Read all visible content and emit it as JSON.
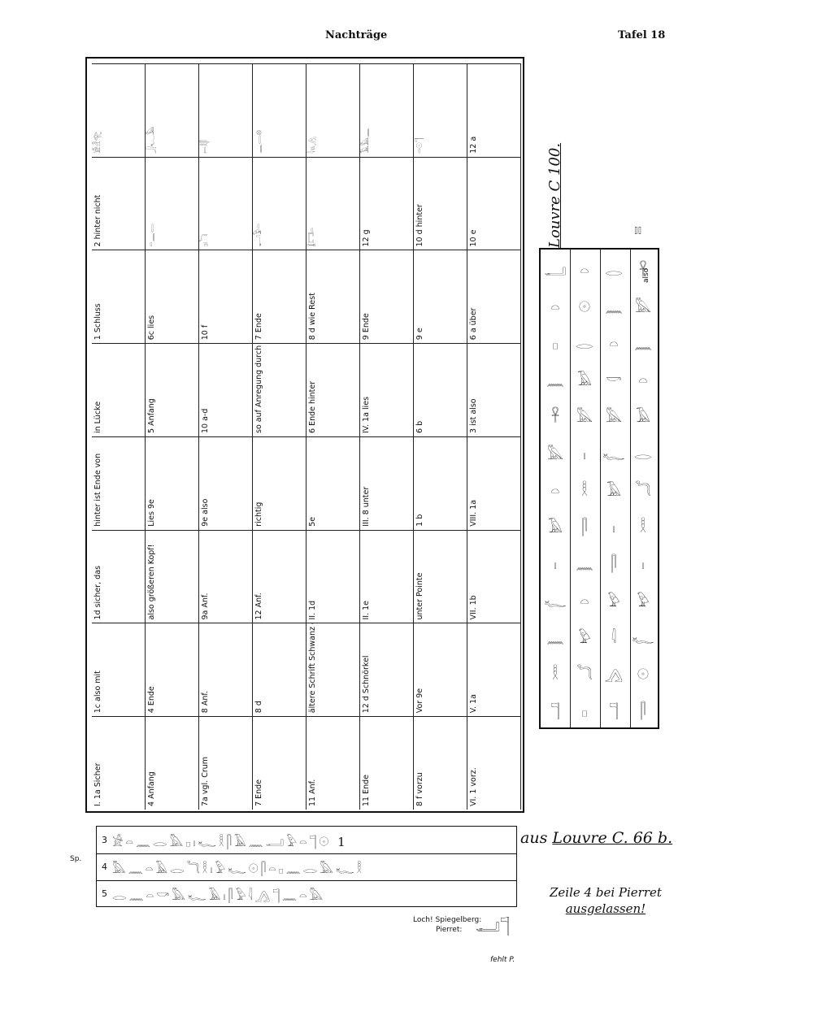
{
  "header": {
    "title": "Nachträge",
    "plate": "Tafel 18"
  },
  "sheet": {
    "cells": [
      [
        "I. 1a Sicher",
        "1c also mit",
        "1d sicher, das",
        "hinter ist Ende von",
        "in Lücke",
        "1 Schluss",
        "2 hinter nicht",
        "𓀀𓁐𓂀"
      ],
      [
        "4 Anfang",
        "4 Ende",
        "also größeren Kopf!",
        "Lies 9e",
        "5 Anfang",
        "6c lies",
        "𓏏𓈖𓂋",
        "𓃀𓆑𓅓"
      ],
      [
        "7a vgl. Crum",
        "8 Anf.",
        "9a Anf.",
        "9e also",
        "10 a-d",
        "10 f",
        "𓊪𓏤𓆓",
        "𓍿𓎛𓋴"
      ],
      [
        "7 Ende",
        "8 d",
        "12 Anf.",
        "richtig",
        "so auf Anregung durch Griffith",
        "7 Ende",
        "𓂝𓅱𓏏",
        "𓈖𓂋𓊖"
      ],
      [
        "11 Anf.",
        "ältere Schrift Schwanz eines",
        "II. 1d",
        "5e",
        "6 Ende hinter",
        "8 d wie Rest",
        "𓆼𓉐𓏏",
        "𓇋𓏭𓂻"
      ],
      [
        "11 Ende",
        "12 d Schnörkel",
        "II. 1e",
        "III. 8 unter",
        "IV. 1a lies",
        "9 Ende",
        "12 g",
        "𓄿𓅓𓈖"
      ],
      [
        "8 f vorzu",
        "Vor 9e",
        "unter Pointe",
        "1 b",
        "6 b",
        "9 e",
        "10 d hinter",
        "𓏏𓇳𓊹"
      ],
      [
        "VI. 1 vorz.",
        "V. 1a",
        "VII. 1b",
        "VIII. 1a",
        "3 ist also",
        "6 a über",
        "10 e",
        "12 a"
      ]
    ]
  },
  "louvre_c100": {
    "label": "Louvre C 100.",
    "columns": [
      [
        "𓂝",
        "𓏏",
        "𓊪",
        "𓈖",
        "𓋹",
        "𓅓",
        "𓏏",
        "𓄿",
        "𓏤",
        "𓆑",
        "𓈖",
        "𓎛",
        "𓊹"
      ],
      [
        "𓏏",
        "𓇳",
        "𓂋",
        "𓄿",
        "𓅓",
        "𓏤",
        "𓎛",
        "𓋴",
        "𓈖",
        "𓏏",
        "𓅱",
        "𓆓",
        "𓊪"
      ],
      [
        "𓂋",
        "𓈖",
        "𓏏",
        "𓎡",
        "𓅓",
        "𓆑",
        "𓄿",
        "𓏤",
        "𓋴",
        "𓅱",
        "𓇋",
        "𓂻",
        "𓊹"
      ],
      [
        "𓋹",
        "𓅓",
        "𓈖",
        "𓏏",
        "𓄿",
        "𓂋",
        "𓆓",
        "𓎛",
        "𓏤",
        "𓅱",
        "𓆑",
        "𓇳",
        "𓋴"
      ]
    ],
    "side_glyph": "𓏤𓏤",
    "also_note": "also"
  },
  "louvre_c66b": {
    "label_prefix": "aus",
    "label_main": "Louvre C. 66 b.",
    "sp_note": "Sp.",
    "lines": [
      {
        "num": "3",
        "glyphs": "𓀀𓏏𓈖𓂋𓅓𓊪𓏤𓆑𓎛𓋴𓄿𓈖𓂝𓅱𓏏𓊹𓇳 1"
      },
      {
        "num": "4",
        "glyphs": "𓅓𓈖𓏏𓄿𓂋𓆓𓎛𓏤𓅱𓆑𓇳𓋴𓏏𓊪𓈖𓂋𓅓𓆑𓎛"
      },
      {
        "num": "5",
        "glyphs": "𓂋𓈖𓏏𓎡𓅓𓆑𓄿𓏤𓋴𓅱𓇋𓂻𓊹𓈖𓏏𓅓"
      }
    ],
    "note_line1": "Zeile 4 bei Pierret",
    "note_line2": "ausgelassen!",
    "spiegelberg_1": "Loch! Spiegelberg:",
    "spiegelberg_2": "Pierret:",
    "fehlt": "fehlt P."
  }
}
